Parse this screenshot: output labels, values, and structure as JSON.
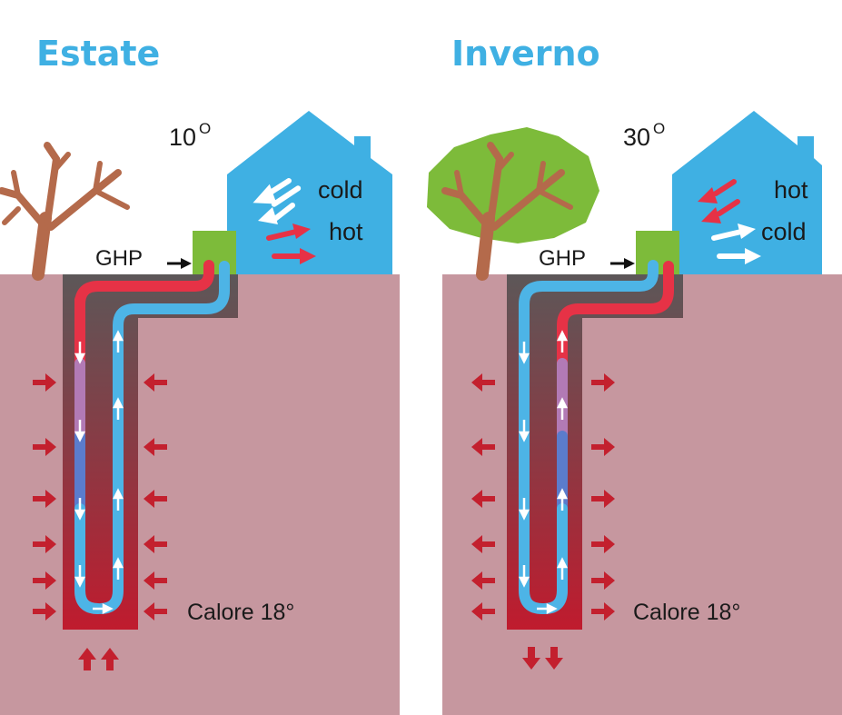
{
  "colors": {
    "title": "#3fb0e3",
    "soil": "#c6979f",
    "house": "#3fb0e3",
    "ghp_box": "#7dbb3a",
    "hot_pipe": "#e63246",
    "cold_pipe": "#4db4e6",
    "tree_trunk": "#b46a4b",
    "tree_leaves": "#7dbb3a",
    "heat_arrow": "#c3202e"
  },
  "panels": [
    {
      "title": "Estate",
      "temp_value": "10",
      "temp_degree": "O",
      "house_top_label": "cold",
      "house_bottom_label": "hot",
      "house_top_arrow_icon": "white-arrow-icon",
      "house_bottom_arrow_icon": "red-arrow-icon",
      "ghp_label": "GHP",
      "calore_label": "Calore 18°",
      "tree": "bare",
      "ground_flow": "inward",
      "bottom_arrows": "up"
    },
    {
      "title": "Inverno",
      "temp_value": "30",
      "temp_degree": "O",
      "house_top_label": "hot",
      "house_bottom_label": "cold",
      "house_top_arrow_icon": "red-arrow-icon",
      "house_bottom_arrow_icon": "white-arrow-icon",
      "ghp_label": "GHP",
      "calore_label": "Calore 18°",
      "tree": "leafy",
      "ground_flow": "outward",
      "bottom_arrows": "down"
    }
  ]
}
